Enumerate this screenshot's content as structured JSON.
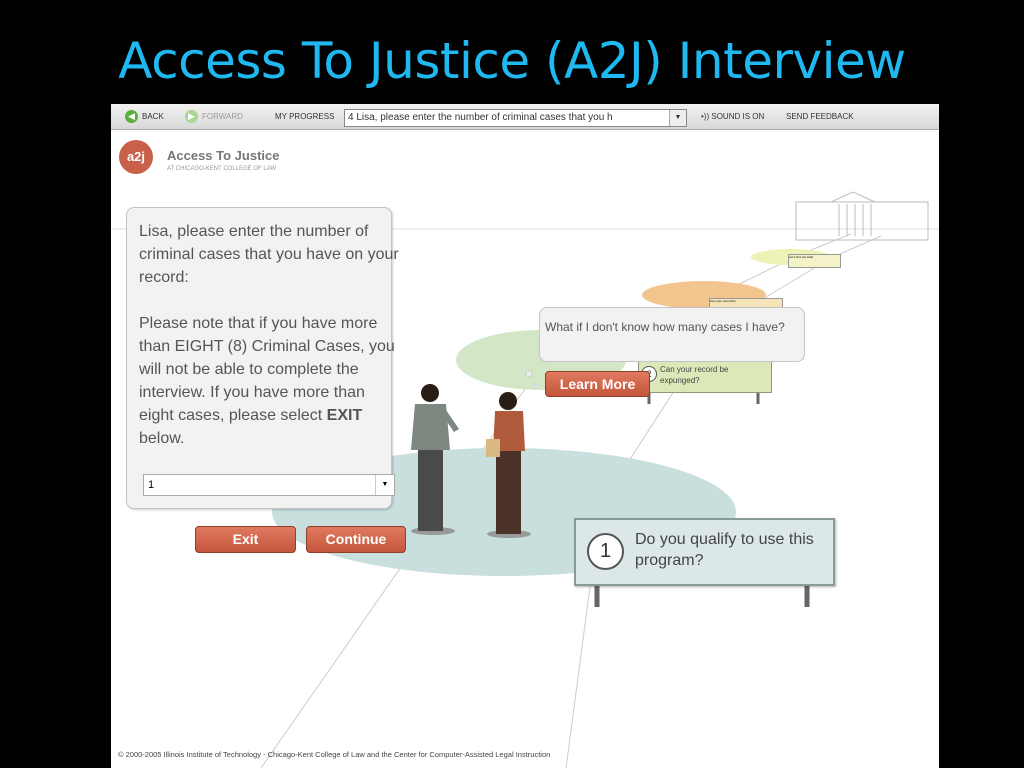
{
  "slide": {
    "title": "Access To Justice (A2J) Interview"
  },
  "toolbar": {
    "back_label": "BACK",
    "forward_label": "FORWARD",
    "progress_label": "MY PROGRESS",
    "progress_value": "4 Lisa, please enter the number of criminal cases that you h",
    "sound_label": "SOUND IS ON",
    "feedback_label": "SEND FEEDBACK"
  },
  "header": {
    "logo_text": "a2j",
    "brand_title": "Access To Justice",
    "brand_subtitle": "AT CHICAGO-KENT COLLEGE OF LAW"
  },
  "question": {
    "text_part1": "Lisa, please enter the number of criminal cases that you have on your record:\n\nPlease note that if  you have more than EIGHT (8) Criminal Cases, you will not be able to complete the interview.  If you have more than eight cases, please select ",
    "text_bold": "EXIT",
    "text_part2": " below.",
    "select_value": "1"
  },
  "buttons": {
    "exit_label": "Exit",
    "continue_label": "Continue",
    "learn_more_label": "Learn More"
  },
  "help": {
    "text": "What if I don't know how many cases I have?"
  },
  "signs": {
    "sign1_number": "1",
    "sign1_text": "Do you qualify to use this program?",
    "sign2_number": "2",
    "sign2_text": "Can your record be expunged?",
    "sign3_text": "Can your record be",
    "sign4_text": "Let's find out what"
  },
  "footer": {
    "text": "© 2000-2005 Illinois Institute of Technology - Chicago-Kent College of Law and the Center for Computer-Assisted Legal Instruction"
  },
  "colors": {
    "title": "#1fb8f0",
    "button": "#c95f44",
    "logo": "#c8604a",
    "ring_large": "#c8dfdd",
    "ring_green": "#d3e6c6",
    "ring_orange": "#f2c48e",
    "ring_yellow": "#eef2b6"
  }
}
